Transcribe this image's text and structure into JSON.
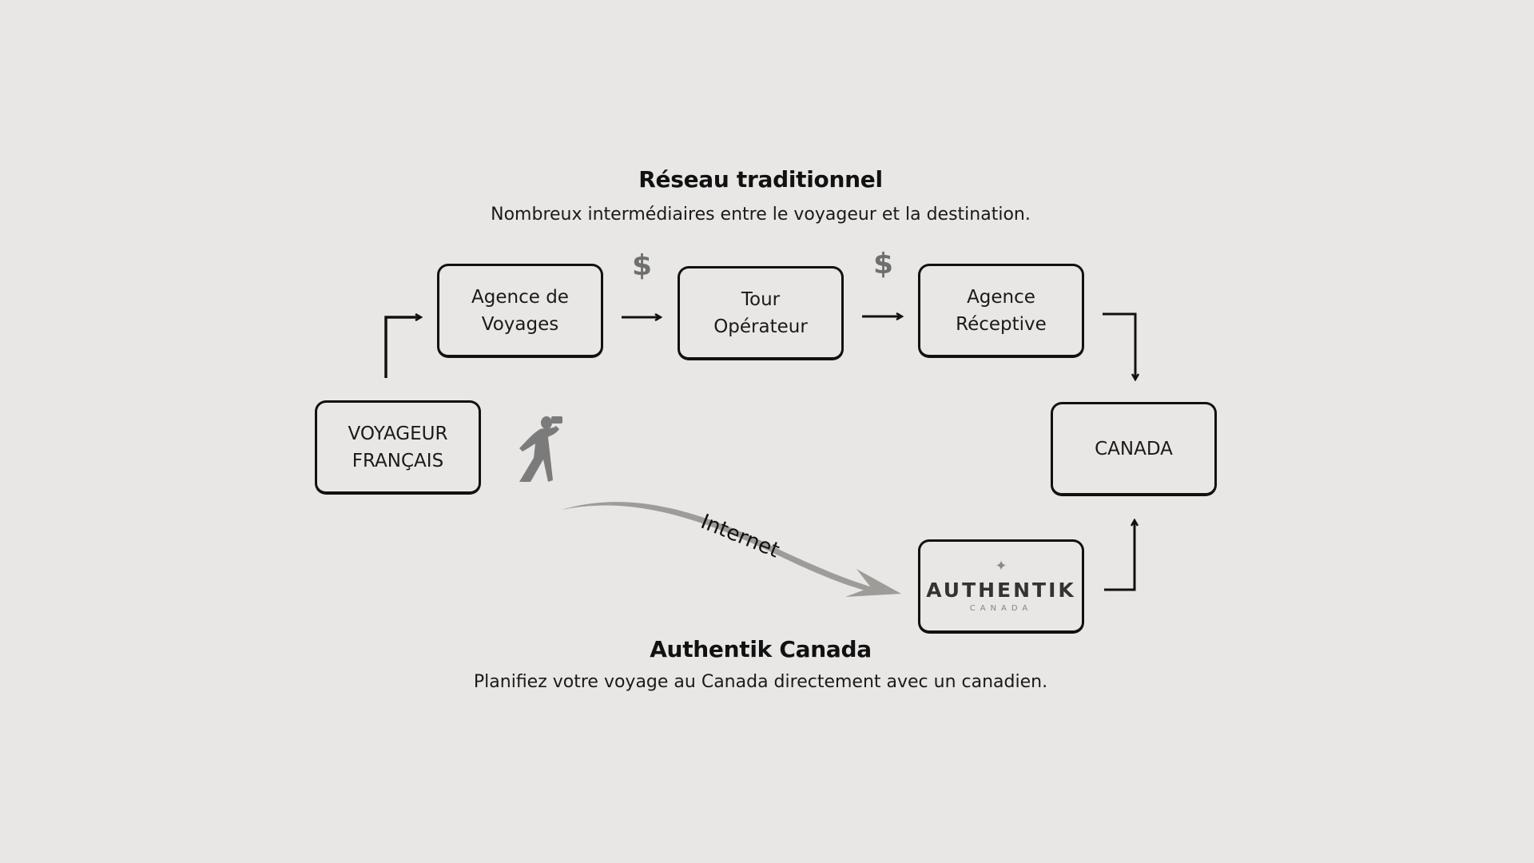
{
  "traditional": {
    "title": "Réseau traditionnel",
    "subtitle": "Nombreux intermédiaires entre le voyageur et la destination."
  },
  "nodes": {
    "traveler": {
      "line1": "VOYAGEUR",
      "line2": "FRANÇAIS"
    },
    "travel_agency": {
      "line1": "Agence de",
      "line2": "Voyages"
    },
    "tour_operator": {
      "line1": "Tour",
      "line2": "Opérateur"
    },
    "receptive_agency": {
      "line1": "Agence",
      "line2": "Réceptive"
    },
    "destination": {
      "label": "CANADA"
    },
    "authentik": {
      "logo_icon": "maple-leaf-icon",
      "logo_main": "AUTHENTIK",
      "logo_sub": "CANADA"
    }
  },
  "fees": {
    "symbol_1": "$",
    "symbol_2": "$"
  },
  "connectors": {
    "internet_label": "Internet",
    "traveler_icon": "traveler-with-camera-icon"
  },
  "authentik_section": {
    "title": "Authentik Canada",
    "subtitle": "Planifiez votre voyage au Canada directement avec un canadien."
  },
  "colors": {
    "background": "#e8e7e5",
    "stroke": "#111111",
    "dollar": "#6f6f6f",
    "internet_arrow": "#9d9c98",
    "logo_sub": "#8a8478"
  }
}
